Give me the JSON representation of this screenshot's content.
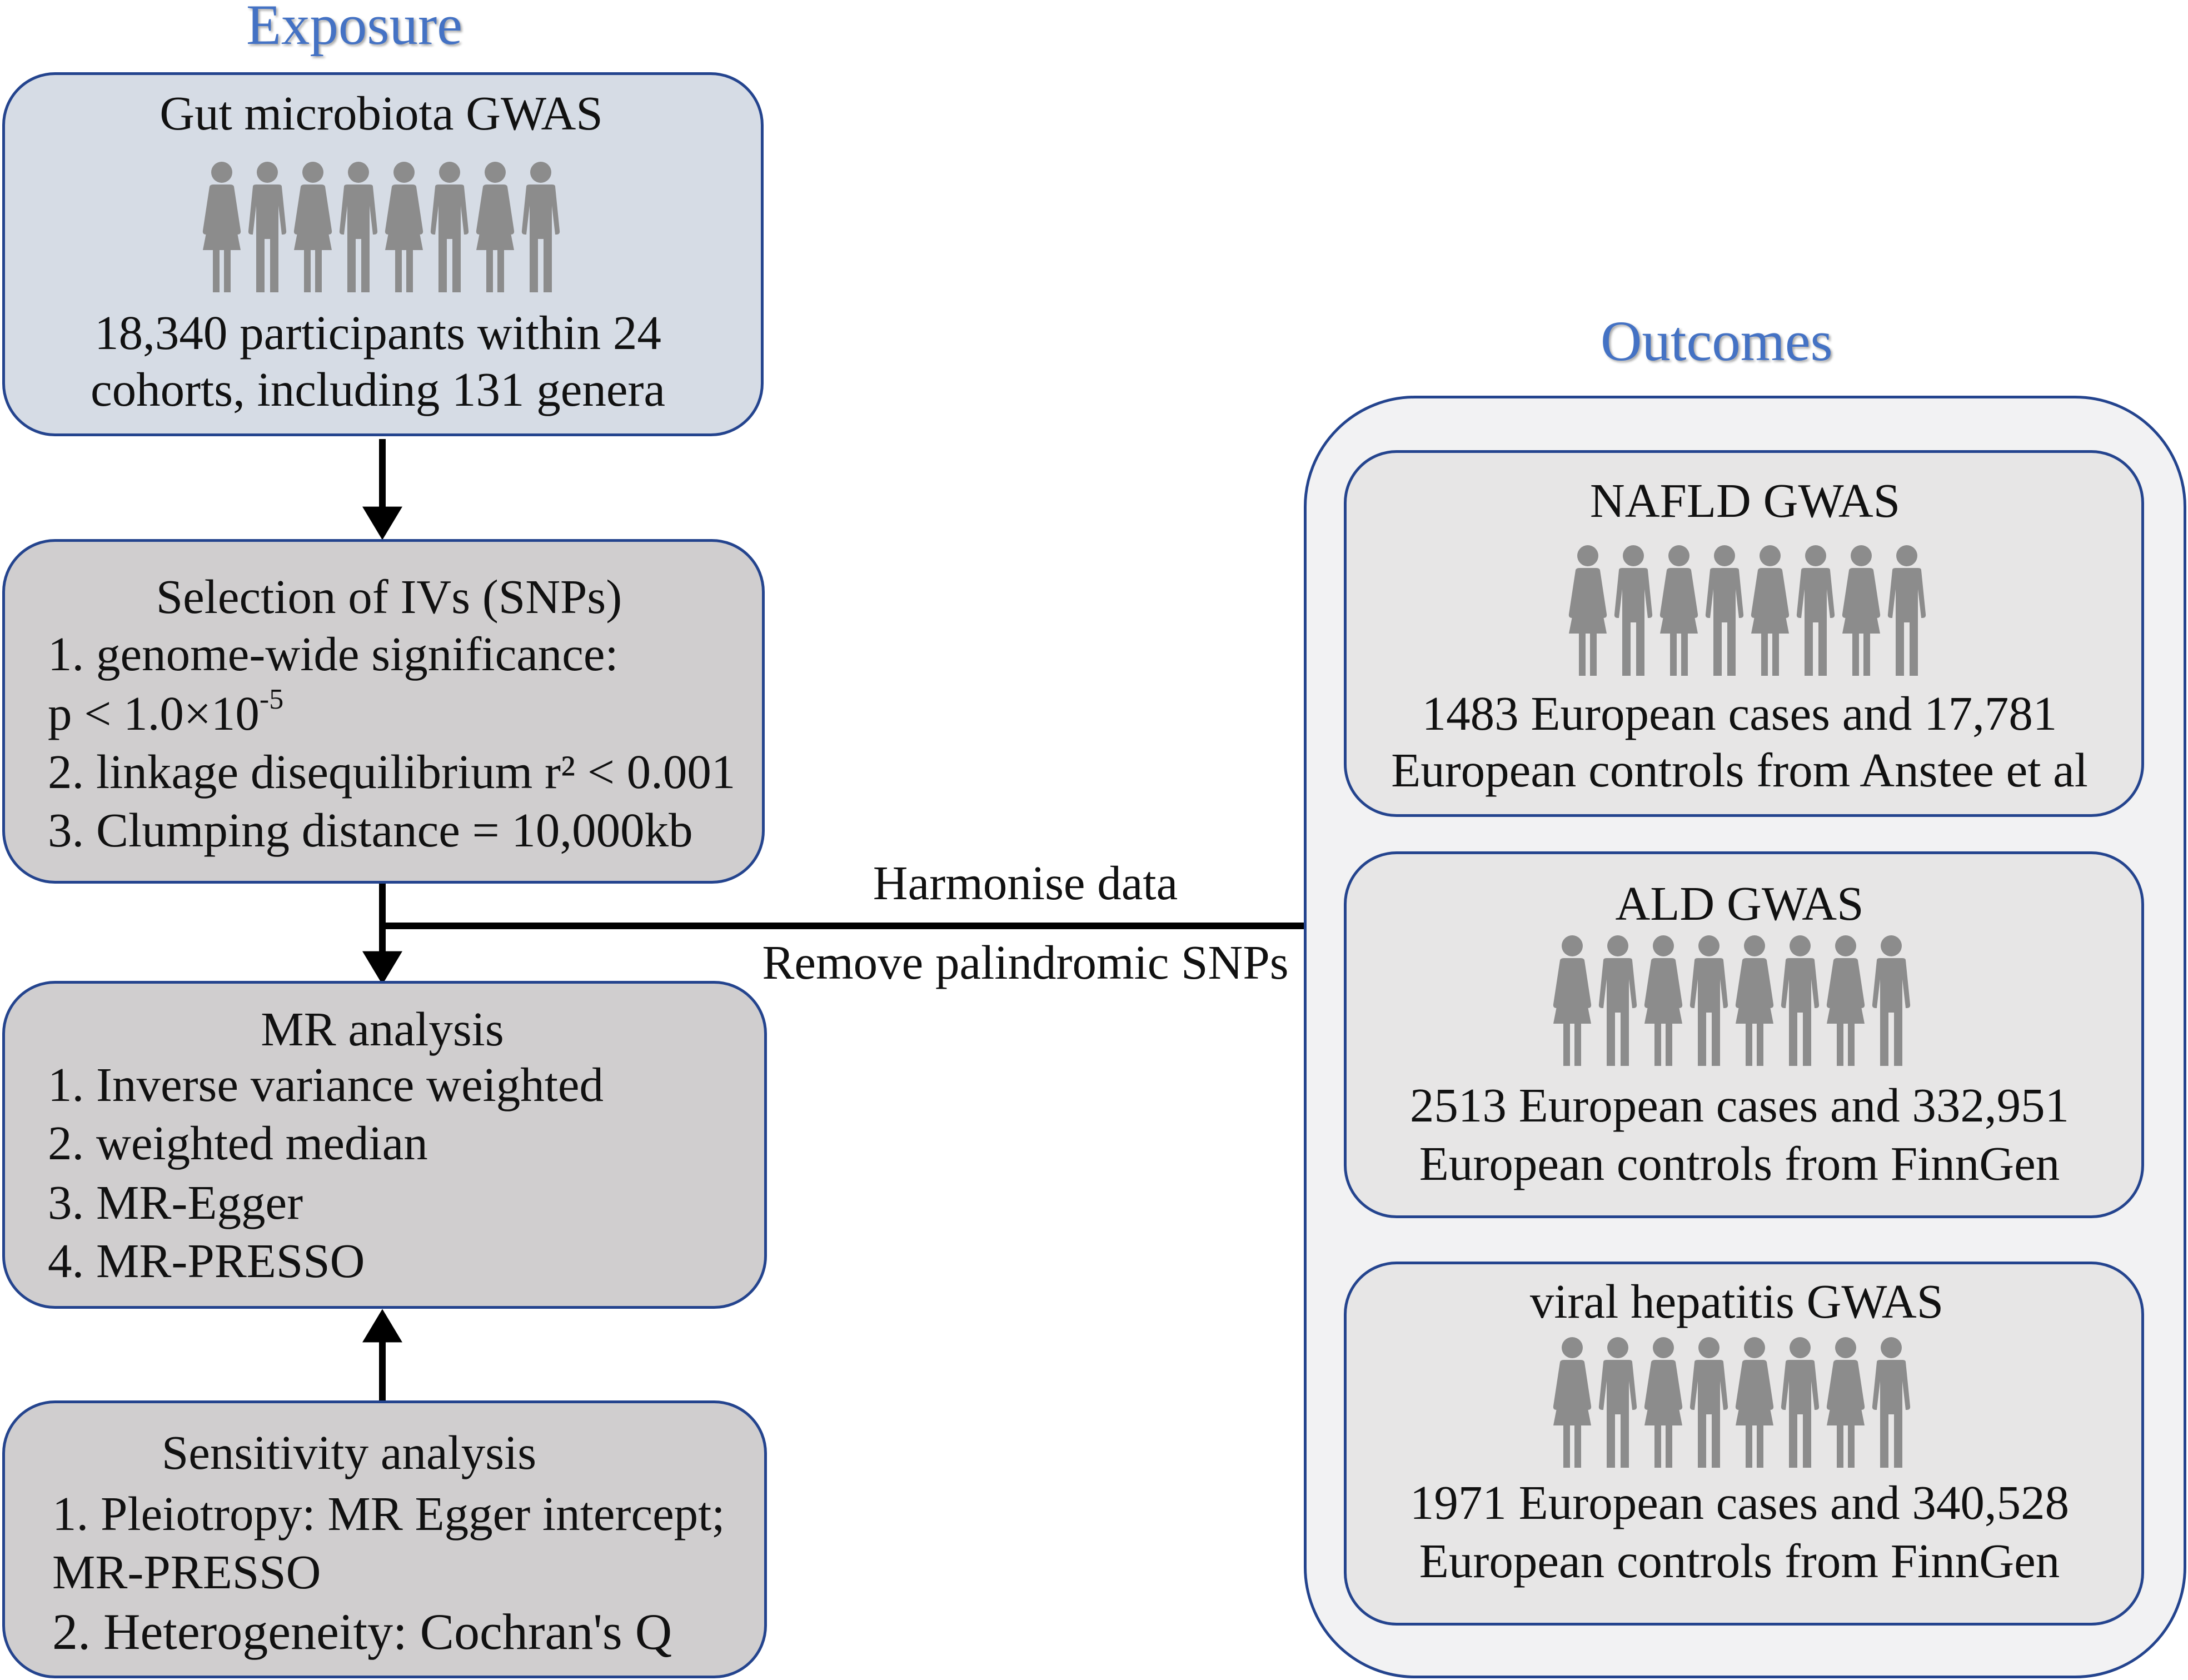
{
  "exposure": {
    "heading": "Exposure",
    "box": {
      "title": "Gut microbiota GWAS",
      "desc": [
        "18,340 participants within 24",
        "cohorts, including 131 genera"
      ]
    }
  },
  "selection": {
    "title": "Selection of IVs (SNPs)",
    "item1": "1. genome-wide significance:",
    "item1b_main": "p < 1.0×10",
    "item1b_sup": "-5",
    "item2": "2. linkage disequilibrium r² < 0.001",
    "item3": "3. Clumping distance = 10,000kb"
  },
  "harmonise": {
    "label1": "Harmonise data",
    "label2": "Remove palindromic SNPs"
  },
  "mr_analysis": {
    "title": "MR analysis",
    "items": [
      "1. Inverse variance weighted",
      "2. weighted median",
      "3. MR-Egger",
      "4. MR-PRESSO"
    ]
  },
  "sensitivity": {
    "title": "Sensitivity analysis",
    "items": [
      "1. Pleiotropy: MR Egger intercept;",
      "MR-PRESSO",
      "2. Heterogeneity: Cochran's Q"
    ]
  },
  "outcomes": {
    "heading": "Outcomes",
    "boxes": [
      {
        "title": "NAFLD GWAS",
        "desc": [
          "1483 European cases and 17,781",
          "European controls from Anstee et al"
        ]
      },
      {
        "title": "ALD GWAS",
        "desc": [
          "2513 European cases and 332,951",
          "European controls from FinnGen"
        ]
      },
      {
        "title": "viral hepatitis GWAS",
        "desc": [
          "1971 European cases and 340,528",
          "European controls from FinnGen"
        ]
      }
    ]
  },
  "colors": {
    "heading": "#4472c4",
    "border": "#24448e",
    "exposure_fill": "#d6dce5",
    "process_fill": "#d0cecf",
    "outcome_fill": "#e7e6e6",
    "outcomes_panel_fill": "#f2f2f3",
    "people": "#8c8c8c"
  },
  "icons": {
    "people_group": "people-group-icon",
    "arrow": "arrow-icon"
  }
}
